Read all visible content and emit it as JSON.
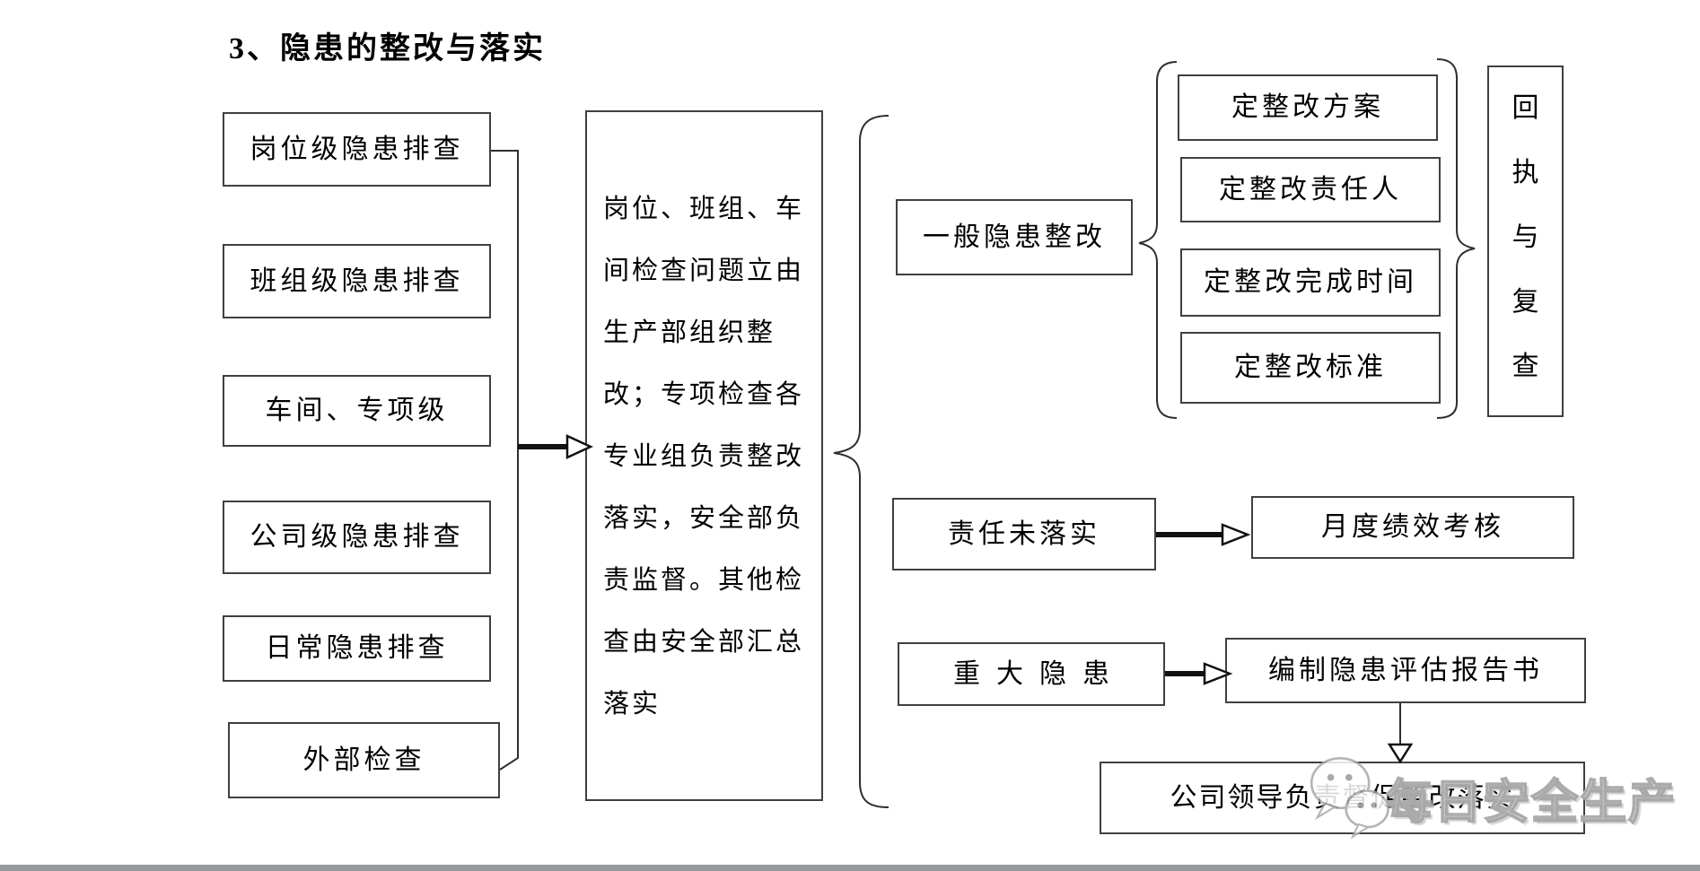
{
  "title": "3、隐患的整改与落实",
  "colors": {
    "line": "#2f2f2f",
    "box_border": "#404040",
    "watermark_gray": "#9e9e9e",
    "footer_bar": "#97999c"
  },
  "flow": {
    "sources": [
      "岗位级隐患排查",
      "班组级隐患排查",
      "车间、专项级",
      "公司级隐患排查",
      "日常隐患排查",
      "外部检查"
    ],
    "center_note": "岗位、班组、车\n间检查问题立由\n生产部组织整\n改；专项检查各\n专业组负责整改\n落实，安全部负\n责监督。其他检\n查由安全部汇总\n落实",
    "general_rectify": {
      "label": "一般隐患整改",
      "steps": [
        "定整改方案",
        "定整改责任人",
        "定整改完成时间",
        "定整改标准"
      ],
      "receipt_review": "回\n执\n与\n复\n查"
    },
    "unimplemented": {
      "label": "责任未落实",
      "consequence": "月度绩效考核"
    },
    "major_hazard": {
      "label": "重大隐患",
      "report": "编制隐患评估报告书",
      "leadership": "公司领导负责督促整改落实"
    }
  },
  "watermark": {
    "text": "每日安全生产",
    "icon": "wechat-icon"
  }
}
